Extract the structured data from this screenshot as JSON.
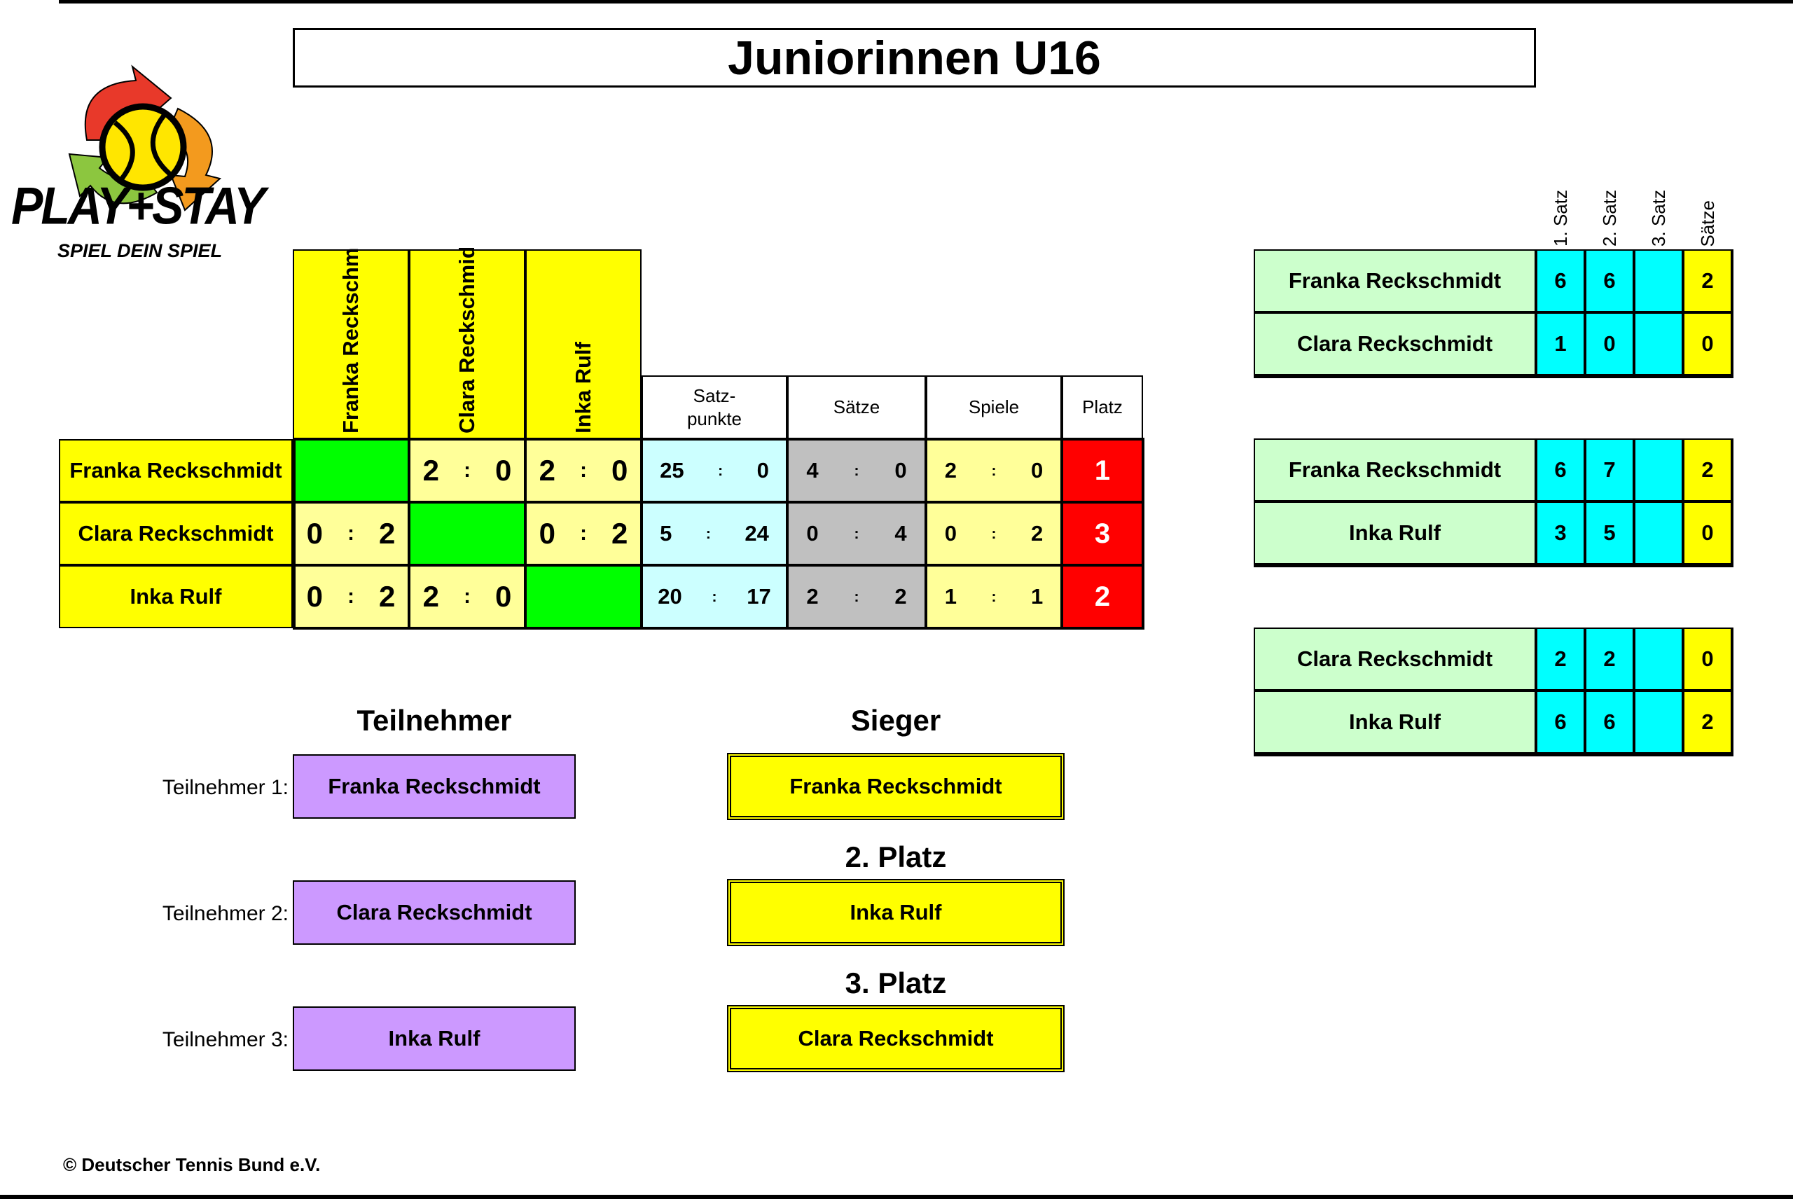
{
  "title": "Juniorinnen U16",
  "logo": {
    "brand": "PLAY+STAY",
    "tagline": "SPIEL DEIN SPIEL"
  },
  "colors": {
    "header_yellow": "#ffff00",
    "self_green": "#00ff00",
    "place_red": "#ff0000",
    "set_cyan": "#00ffff",
    "participant_purple": "#cc99ff"
  },
  "players": [
    "Franka Reckschmidt",
    "Clara Reckschmidt",
    "Inka Rulf"
  ],
  "matrix": {
    "headers": {
      "satzpunkte": "Satz-\npunkte",
      "saetze": "Sätze",
      "spiele": "Spiele",
      "platz": "Platz"
    },
    "rows": [
      {
        "results": [
          null,
          [
            "2",
            "0"
          ],
          [
            "2",
            "0"
          ]
        ],
        "satzpunkte": [
          "25",
          "0"
        ],
        "saetze": [
          "4",
          "0"
        ],
        "spiele": [
          "2",
          "0"
        ],
        "platz": "1"
      },
      {
        "results": [
          [
            "0",
            "2"
          ],
          null,
          [
            "0",
            "2"
          ]
        ],
        "satzpunkte": [
          "5",
          "24"
        ],
        "saetze": [
          "0",
          "4"
        ],
        "spiele": [
          "0",
          "2"
        ],
        "platz": "3"
      },
      {
        "results": [
          [
            "0",
            "2"
          ],
          [
            "2",
            "0"
          ],
          null
        ],
        "satzpunkte": [
          "20",
          "17"
        ],
        "saetze": [
          "2",
          "2"
        ],
        "spiele": [
          "1",
          "1"
        ],
        "platz": "2"
      }
    ]
  },
  "set_headers": [
    "1. Satz",
    "2. Satz",
    "3. Satz",
    "Sätze"
  ],
  "matches": [
    {
      "rows": [
        {
          "name": "Franka Reckschmidt",
          "s1": "6",
          "s2": "6",
          "s3": "",
          "saetze": "2"
        },
        {
          "name": "Clara Reckschmidt",
          "s1": "1",
          "s2": "0",
          "s3": "",
          "saetze": "0"
        }
      ]
    },
    {
      "rows": [
        {
          "name": "Franka Reckschmidt",
          "s1": "6",
          "s2": "7",
          "s3": "",
          "saetze": "2"
        },
        {
          "name": "Inka Rulf",
          "s1": "3",
          "s2": "5",
          "s3": "",
          "saetze": "0"
        }
      ]
    },
    {
      "rows": [
        {
          "name": "Clara Reckschmidt",
          "s1": "2",
          "s2": "2",
          "s3": "",
          "saetze": "0"
        },
        {
          "name": "Inka Rulf",
          "s1": "6",
          "s2": "6",
          "s3": "",
          "saetze": "2"
        }
      ]
    }
  ],
  "participants": {
    "title": "Teilnehmer",
    "items": [
      {
        "label": "Teilnehmer 1:",
        "name": "Franka Reckschmidt"
      },
      {
        "label": "Teilnehmer 2:",
        "name": "Clara Reckschmidt"
      },
      {
        "label": "Teilnehmer 3:",
        "name": "Inka Rulf"
      }
    ]
  },
  "results": {
    "winner_title": "Sieger",
    "winner": "Franka Reckschmidt",
    "second_title": "2. Platz",
    "second": "Inka Rulf",
    "third_title": "3. Platz",
    "third": "Clara Reckschmidt"
  },
  "copyright": "© Deutscher Tennis Bund e.V."
}
